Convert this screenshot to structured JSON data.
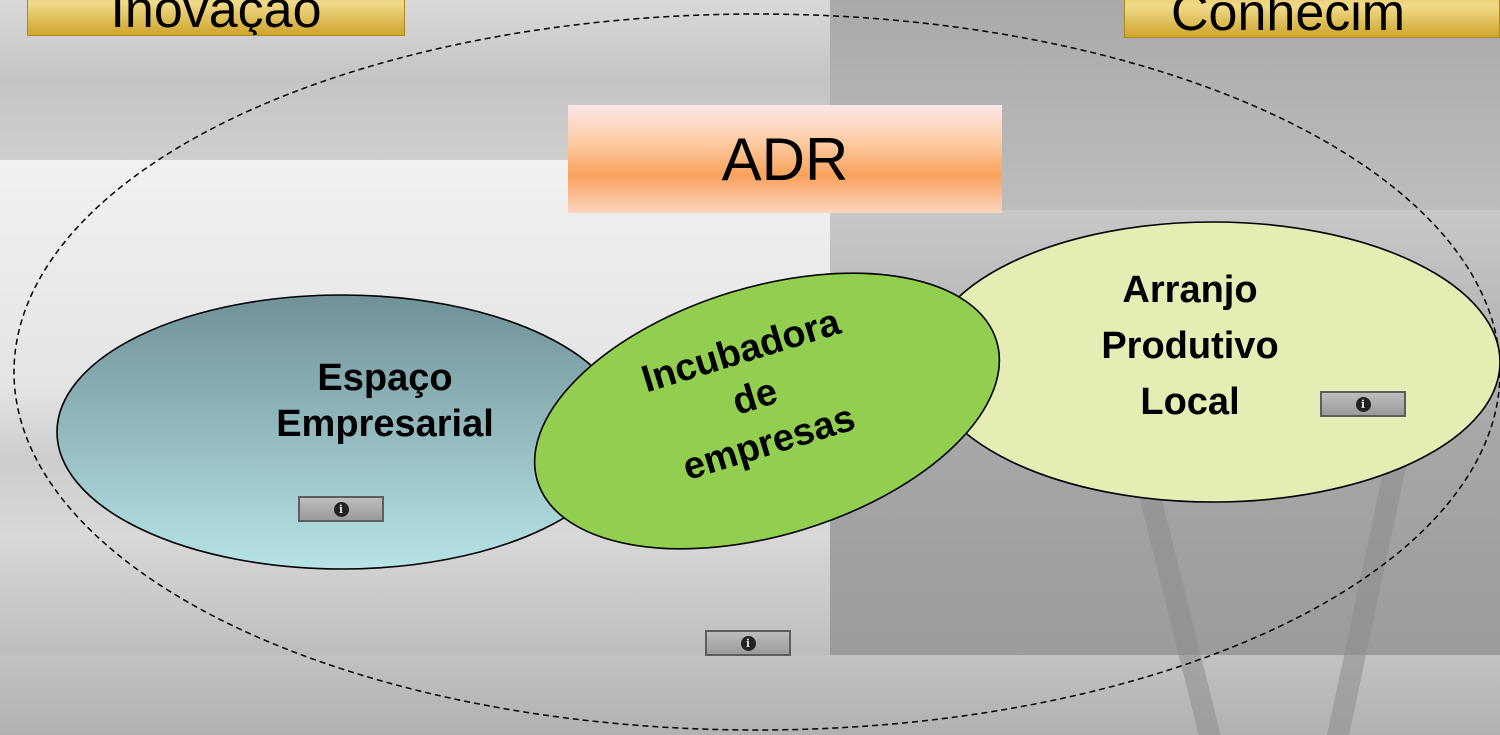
{
  "labels": {
    "top_left": "Inovação",
    "top_right": "Conhecim",
    "center": "ADR"
  },
  "ellipses": {
    "espaco": {
      "line1": "Espaço",
      "line2": "Empresarial",
      "fill_top": "#6f9197",
      "fill_bottom": "#b6e3e6"
    },
    "incubadora": {
      "line1": "Incubadora",
      "line2": "de",
      "line3": "empresas",
      "fill": "#92cf50"
    },
    "arranjo": {
      "line1": "Arranjo",
      "line2": "Produtivo",
      "line3": "Local",
      "fill": "#e5edb5"
    }
  },
  "info_buttons": {
    "icon": "info-icon",
    "glyph": "i"
  }
}
